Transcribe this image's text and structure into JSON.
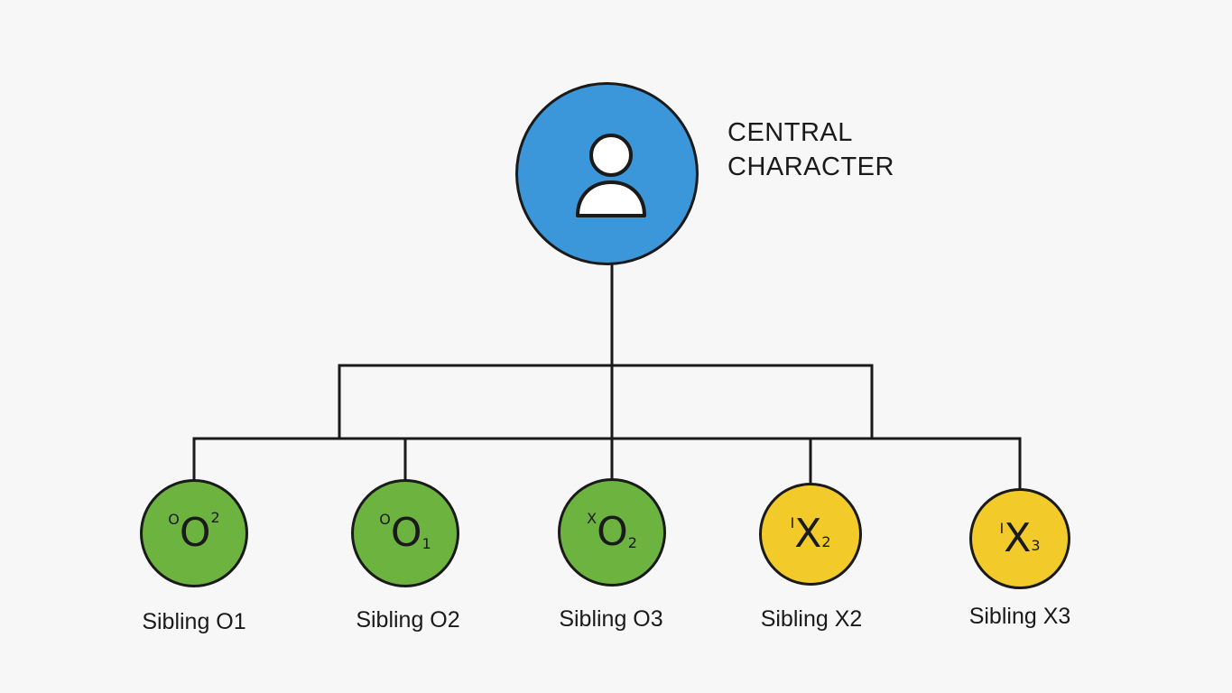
{
  "central": {
    "label_line1": "CENTRAL",
    "label_line2": "CHARACTER",
    "icon": "person-icon",
    "color": "#3b97d9"
  },
  "siblings": [
    {
      "label": "Sibling O1",
      "pre": "O",
      "main": "O",
      "sup": "2",
      "sub": "",
      "color": "#6db33f"
    },
    {
      "label": "Sibling O2",
      "pre": "O",
      "main": "O",
      "sup": "",
      "sub": "1",
      "color": "#6db33f"
    },
    {
      "label": "Sibling O3",
      "pre": "X",
      "main": "O",
      "sup": "",
      "sub": "2",
      "color": "#6db33f"
    },
    {
      "label": "Sibling X2",
      "pre": "I",
      "main": "X",
      "sup": "",
      "sub": "2",
      "color": "#f2cb2b"
    },
    {
      "label": "Sibling X3",
      "pre": "I",
      "main": "X",
      "sup": "",
      "sub": "3",
      "color": "#f2cb2b"
    }
  ]
}
